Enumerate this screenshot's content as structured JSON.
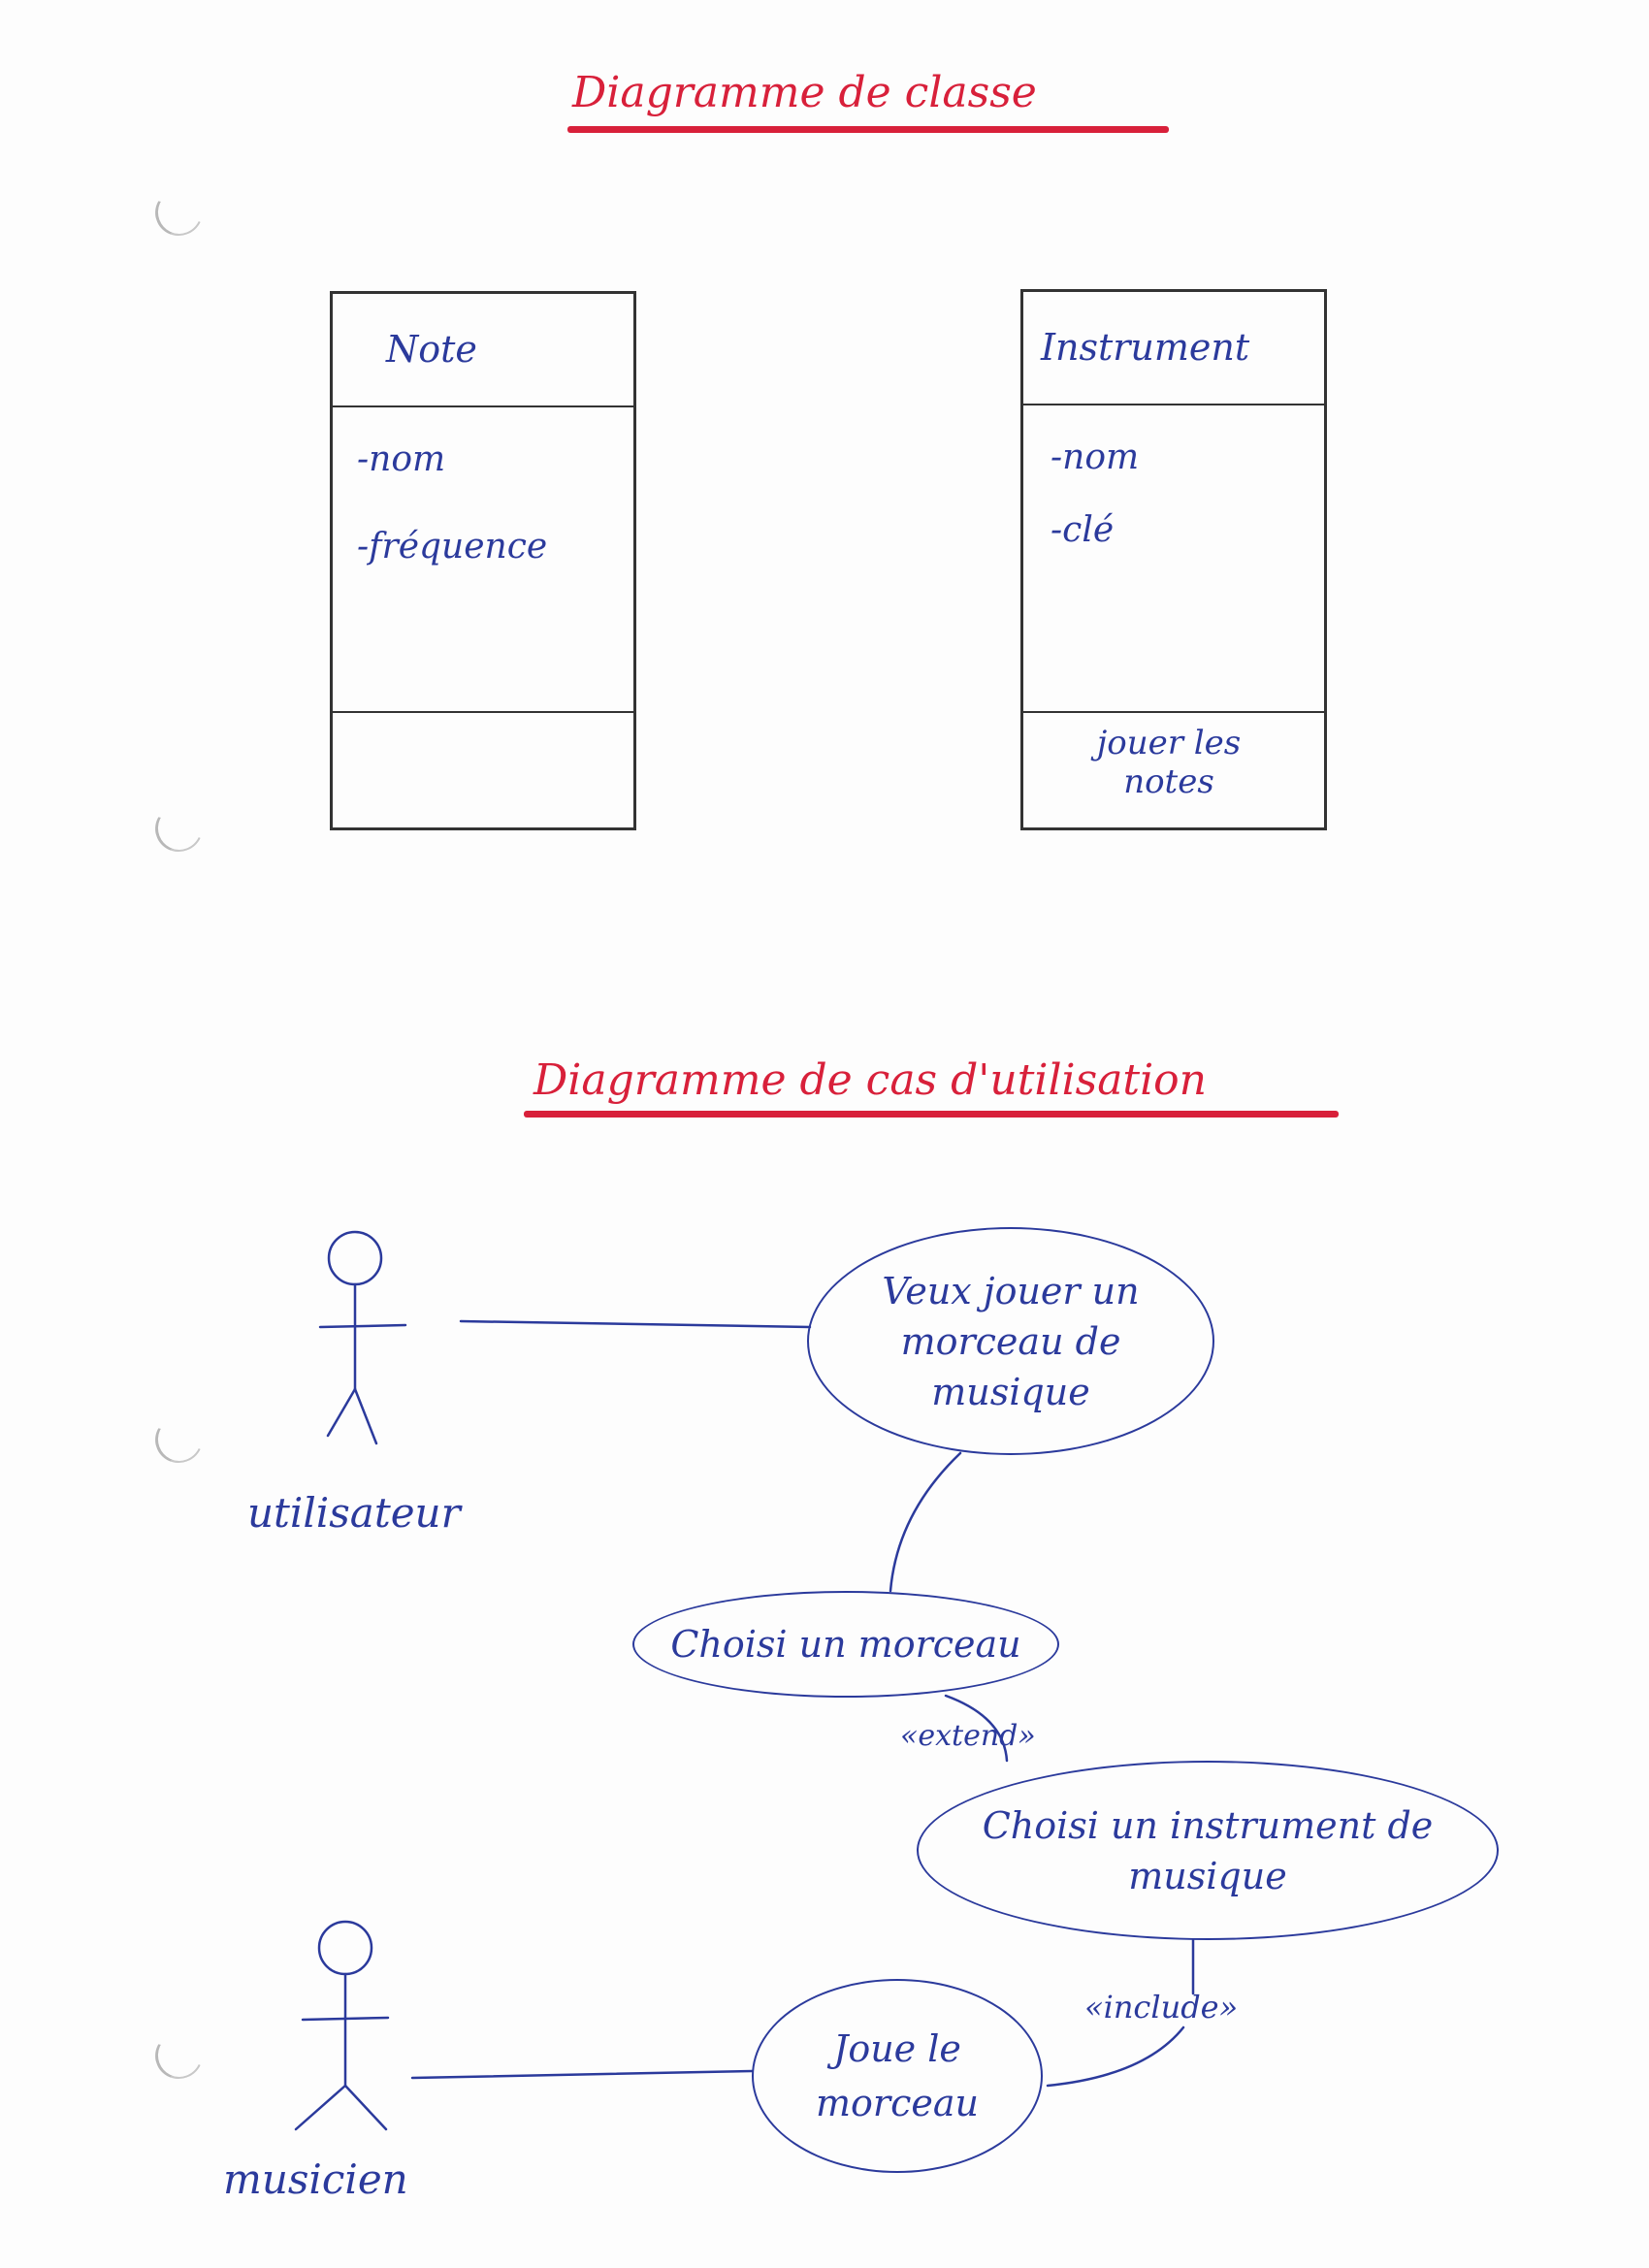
{
  "class_diagram": {
    "title": "Diagramme de classe",
    "classes": [
      {
        "name": "Note",
        "attributes": [
          "-nom",
          "-fréquence"
        ],
        "methods": []
      },
      {
        "name": "Instrument",
        "attributes": [
          "-nom",
          "-clé"
        ],
        "methods": [
          "jouer les notes"
        ]
      }
    ]
  },
  "usecase_diagram": {
    "title": "Diagramme de cas d'utilisation",
    "actors": {
      "user": "utilisateur",
      "musician": "musicien"
    },
    "usecases": {
      "want_play": "Veux jouer un morceau de musique",
      "choose_piece": "Choisi un morceau",
      "choose_instrument": "Choisi un instrument de musique",
      "play_piece": "Joue le morceau"
    },
    "relations": {
      "extend": "«extend»",
      "include": "«include»"
    }
  },
  "colors": {
    "ink_blue": "#2b3a9c",
    "ink_red": "#d8203a",
    "pencil": "#333333"
  }
}
